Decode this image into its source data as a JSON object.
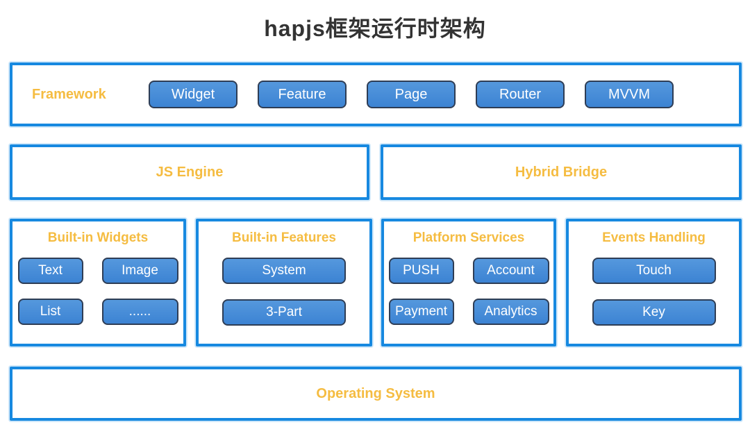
{
  "title": "hapjs框架运行时架构",
  "colors": {
    "box_border": "#1789E0",
    "label_yellow": "#F5BC41",
    "button_fill_top": "#5598DD",
    "button_fill_bottom": "#3C83D3",
    "button_border": "#2E3D55",
    "button_text": "#FFFFFF",
    "title_text": "#333333"
  },
  "framework": {
    "label": "Framework",
    "buttons": [
      "Widget",
      "Feature",
      "Page",
      "Router",
      "MVVM"
    ]
  },
  "middle_row": [
    {
      "label": "JS Engine"
    },
    {
      "label": "Hybrid Bridge"
    }
  ],
  "modules": [
    {
      "title": "Built-in Widgets",
      "buttons": [
        "Text",
        "Image",
        "List",
        "......"
      ]
    },
    {
      "title": "Built-in Features",
      "buttons": [
        "System",
        "3-Part"
      ]
    },
    {
      "title": "Platform Services",
      "buttons": [
        "PUSH",
        "Account",
        "Payment",
        "Analytics"
      ]
    },
    {
      "title": "Events Handling",
      "buttons": [
        "Touch",
        "Key"
      ]
    }
  ],
  "bottom": {
    "label": "Operating System"
  }
}
